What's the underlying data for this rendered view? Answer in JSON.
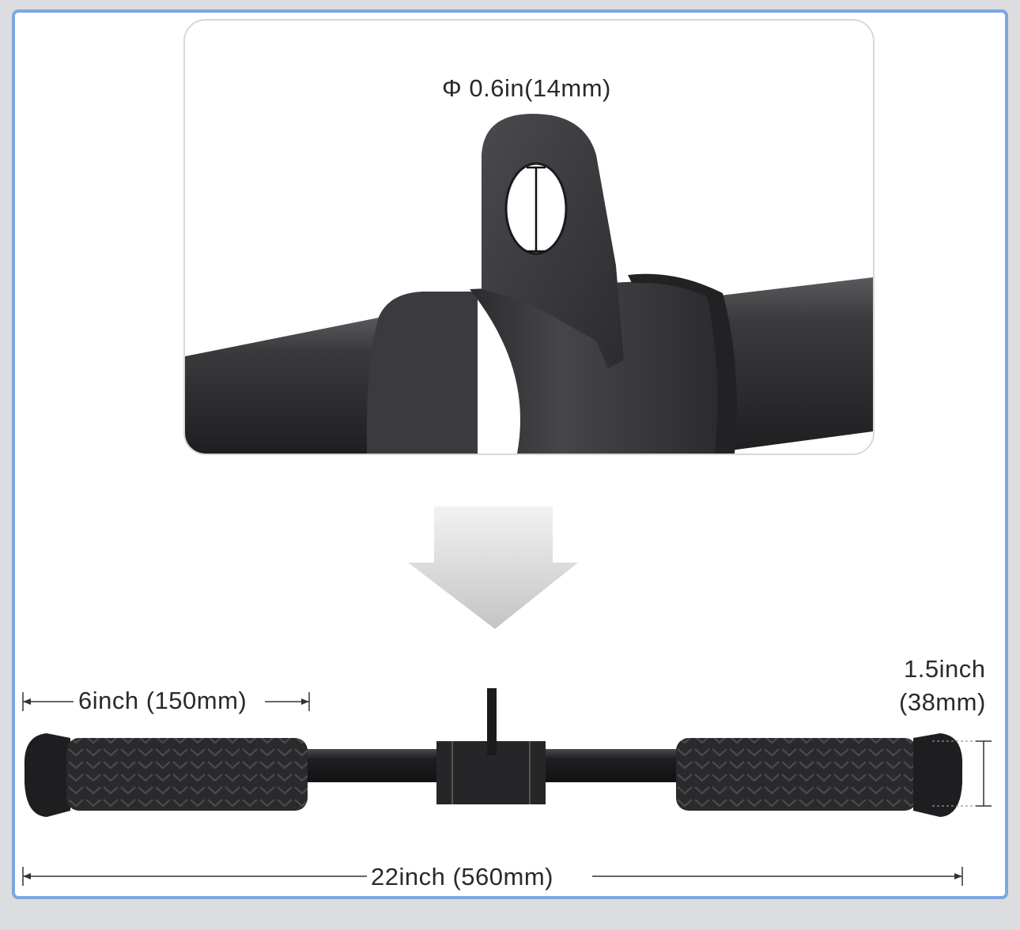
{
  "dimensions": {
    "hole_diameter": "Φ 0.6in(14mm)",
    "grip_length": "6inch (150mm)",
    "grip_diameter_line1": "1.5inch",
    "grip_diameter_line2": "(38mm)",
    "total_length": "22inch (560mm)"
  },
  "colors": {
    "frame_border": "#7ba7e0",
    "bar": "#1c1c1e",
    "arrow": "#cfcfcf"
  },
  "icons": {
    "arrow": "arrow-down-icon"
  }
}
